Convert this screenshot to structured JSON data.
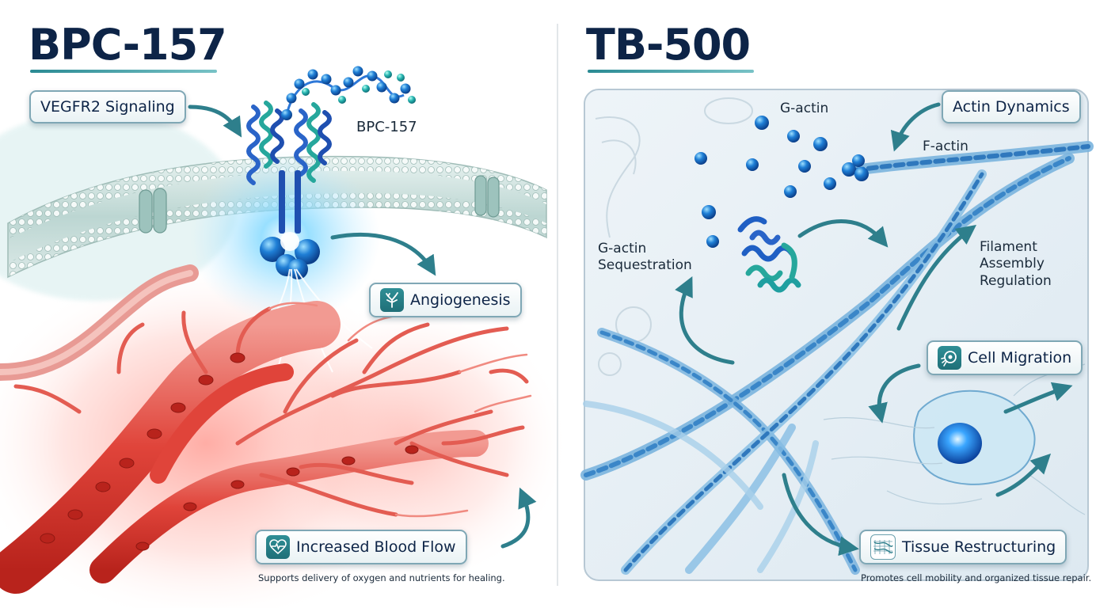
{
  "left": {
    "title": "BPC-157",
    "labels": {
      "signaling": "VEGFR2 Signaling",
      "peptide": "BPC-157",
      "angiogenesis": "Angiogenesis",
      "blood_flow": "Increased Blood Flow"
    },
    "footnote": "Supports delivery of oxygen and nutrients for healing."
  },
  "right": {
    "title": "TB-500",
    "labels": {
      "g_actin": "G-actin",
      "f_actin": "F-actin",
      "actin_dynamics": "Actin Dynamics",
      "sequestration": "G-actin\nSequestration",
      "filament": "Filament\nAssembly\nRegulation",
      "cell_migration": "Cell Migration",
      "tissue": "Tissue Restructuring"
    },
    "footnote": "Promotes cell mobility and organized tissue repair."
  },
  "icons": [
    "tree-branch-icon",
    "heart-pulse-icon",
    "cell-migration-icon",
    "tissue-mesh-icon"
  ],
  "colors": {
    "title": "#0d2447",
    "underline_left": "#2a8a93",
    "underline_right": "#2a8a93",
    "vessel": "#e0443a",
    "molecule": "#2f6fd0",
    "protein_teal": "#2aa8a0",
    "arrow": "#2e7f8c",
    "badge_bg": "#1f6f78"
  }
}
